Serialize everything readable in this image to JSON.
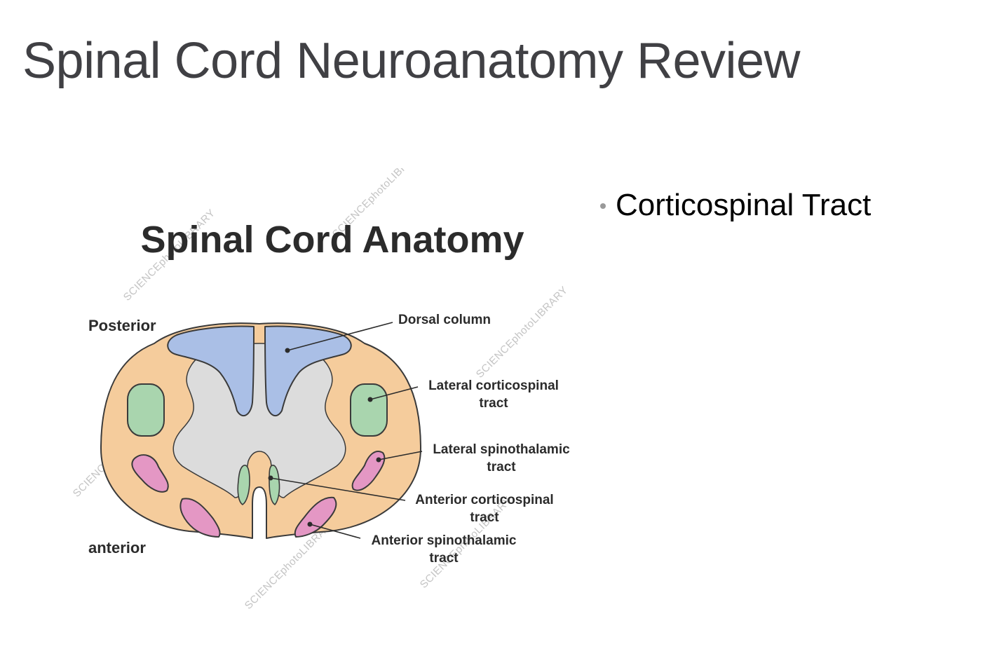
{
  "slide": {
    "title": "Spinal Cord Neuroanatomy Review",
    "bullets": [
      "Corticospinal Tract"
    ]
  },
  "figure": {
    "title": "Spinal Cord Anatomy",
    "orientation_top": "Posterior",
    "orientation_bottom": "anterior",
    "callouts": {
      "dorsal_column": [
        "Dorsal column"
      ],
      "lateral_corticospinal": [
        "Lateral corticospinal",
        "tract"
      ],
      "lateral_spinothalamic": [
        "Lateral spinothalamic",
        "tract"
      ],
      "anterior_corticospinal": [
        "Anterior corticospinal",
        "tract"
      ],
      "anterior_spinothalamic": [
        "Anterior spinothalamic",
        "tract"
      ]
    },
    "watermark": "SCIENCEphotoLIBRARY",
    "colors": {
      "white_matter": "#f5cc9c",
      "grey_matter": "#dcdcdc",
      "dorsal_column": "#aabfe6",
      "corticospinal": "#a9d5ae",
      "spinothalamic": "#e497c4",
      "outline": "#3a3a3a"
    }
  }
}
